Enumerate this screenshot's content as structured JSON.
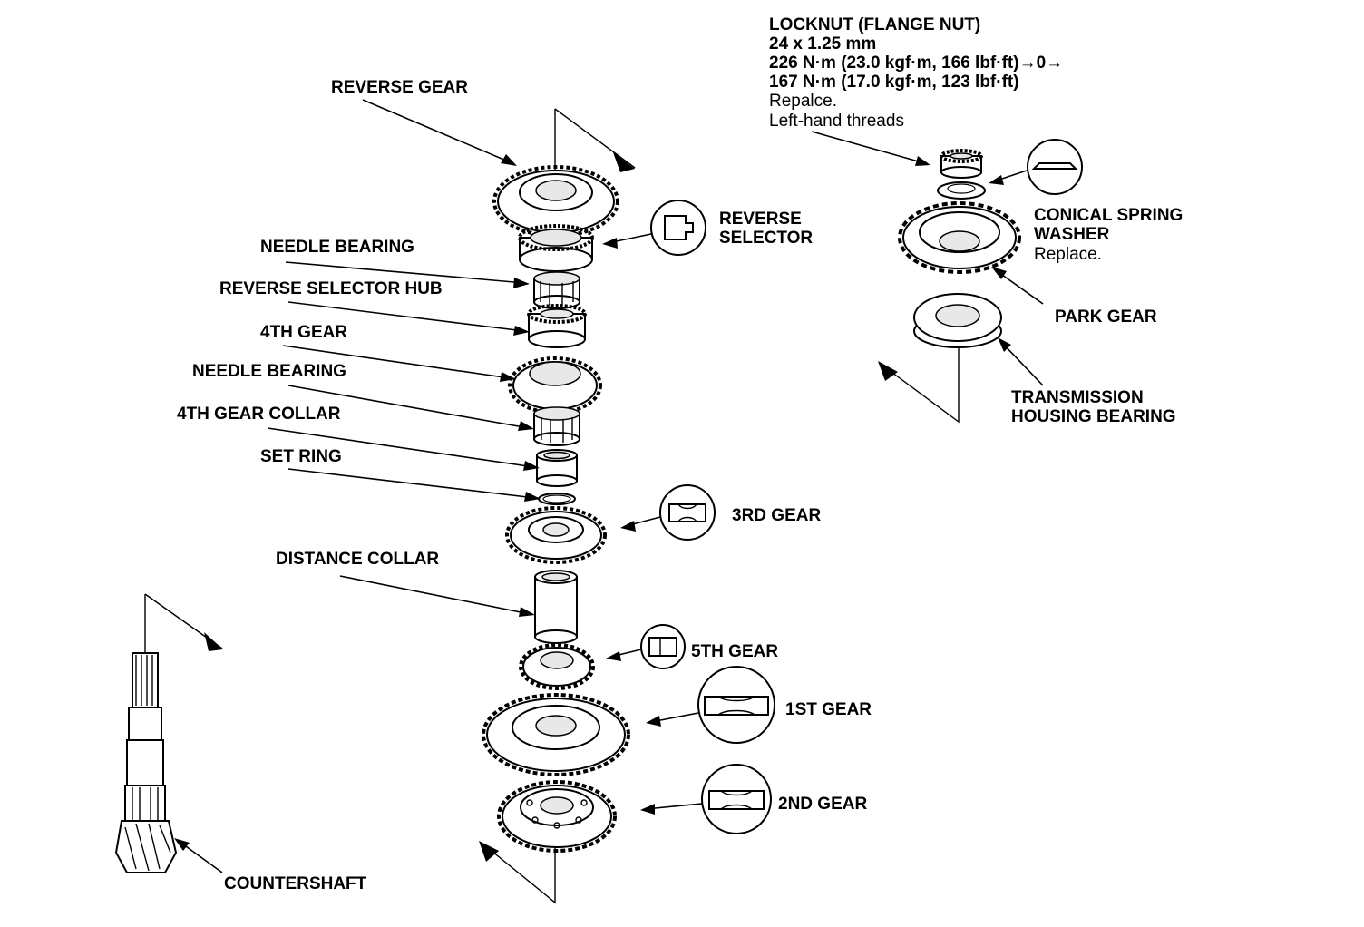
{
  "labels": {
    "reverse_gear": "REVERSE GEAR",
    "needle_bearing_1": "NEEDLE BEARING",
    "reverse_selector_hub": "REVERSE SELECTOR HUB",
    "fourth_gear": "4TH GEAR",
    "needle_bearing_2": "NEEDLE BEARING",
    "fourth_gear_collar": "4TH GEAR COLLAR",
    "set_ring": "SET RING",
    "distance_collar": "DISTANCE COLLAR",
    "countershaft": "COUNTERSHAFT",
    "reverse_selector": [
      "REVERSE",
      "SELECTOR"
    ],
    "third_gear": "3RD GEAR",
    "fifth_gear": "5TH GEAR",
    "first_gear": "1ST GEAR",
    "second_gear": "2ND GEAR",
    "conical_spring_washer": [
      "CONICAL SPRING",
      "WASHER"
    ],
    "conical_spring_washer_note": "Replace.",
    "park_gear": "PARK GEAR",
    "transmission_housing_bearing": [
      "TRANSMISSION",
      "HOUSING BEARING"
    ]
  },
  "locknut_spec": {
    "title": "LOCKNUT (FLANGE NUT)",
    "size": "24 x 1.25 mm",
    "torque_1": "226 N·m (23.0 kgf·m, 166 lbf·ft)→0→",
    "torque_2": "167 N·m (17.0 kgf·m, 123 lbf·ft)",
    "note_1": "Repalce.",
    "note_2": "Left-hand threads"
  }
}
